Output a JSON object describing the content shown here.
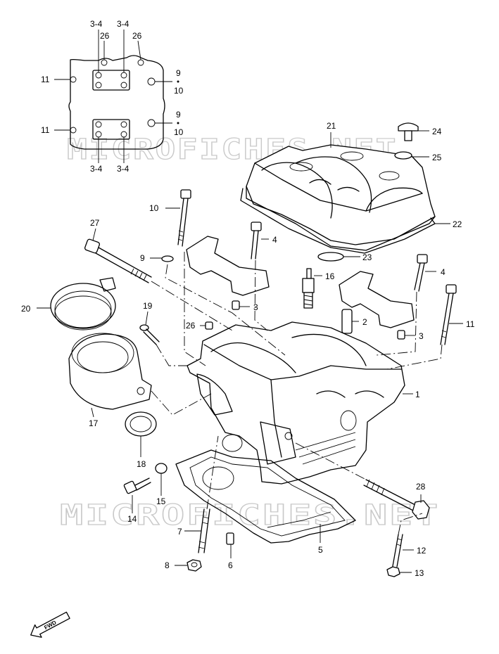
{
  "watermark": "MICROFICHES.NET",
  "fwd_label": "FWD",
  "inset": {
    "labels": [
      "3-4",
      "3-4",
      "26",
      "26",
      "11",
      "9",
      "10",
      "11",
      "9",
      "10",
      "3-4",
      "3-4"
    ]
  },
  "callouts": [
    {
      "id": "21",
      "text": "21"
    },
    {
      "id": "24",
      "text": "24"
    },
    {
      "id": "25",
      "text": "25"
    },
    {
      "id": "22",
      "text": "22"
    },
    {
      "id": "23",
      "text": "23"
    },
    {
      "id": "10",
      "text": "10"
    },
    {
      "id": "4a",
      "text": "4"
    },
    {
      "id": "27",
      "text": "27"
    },
    {
      "id": "9",
      "text": "9"
    },
    {
      "id": "16",
      "text": "16"
    },
    {
      "id": "4b",
      "text": "4"
    },
    {
      "id": "3a",
      "text": "3"
    },
    {
      "id": "20",
      "text": "20"
    },
    {
      "id": "19",
      "text": "19"
    },
    {
      "id": "2",
      "text": "2"
    },
    {
      "id": "11",
      "text": "11"
    },
    {
      "id": "26",
      "text": "26"
    },
    {
      "id": "3b",
      "text": "3"
    },
    {
      "id": "1",
      "text": "1"
    },
    {
      "id": "17",
      "text": "17"
    },
    {
      "id": "18",
      "text": "18"
    },
    {
      "id": "28",
      "text": "28"
    },
    {
      "id": "15",
      "text": "15"
    },
    {
      "id": "14",
      "text": "14"
    },
    {
      "id": "7",
      "text": "7"
    },
    {
      "id": "5",
      "text": "5"
    },
    {
      "id": "12",
      "text": "12"
    },
    {
      "id": "6",
      "text": "6"
    },
    {
      "id": "8",
      "text": "8"
    },
    {
      "id": "13",
      "text": "13"
    }
  ]
}
